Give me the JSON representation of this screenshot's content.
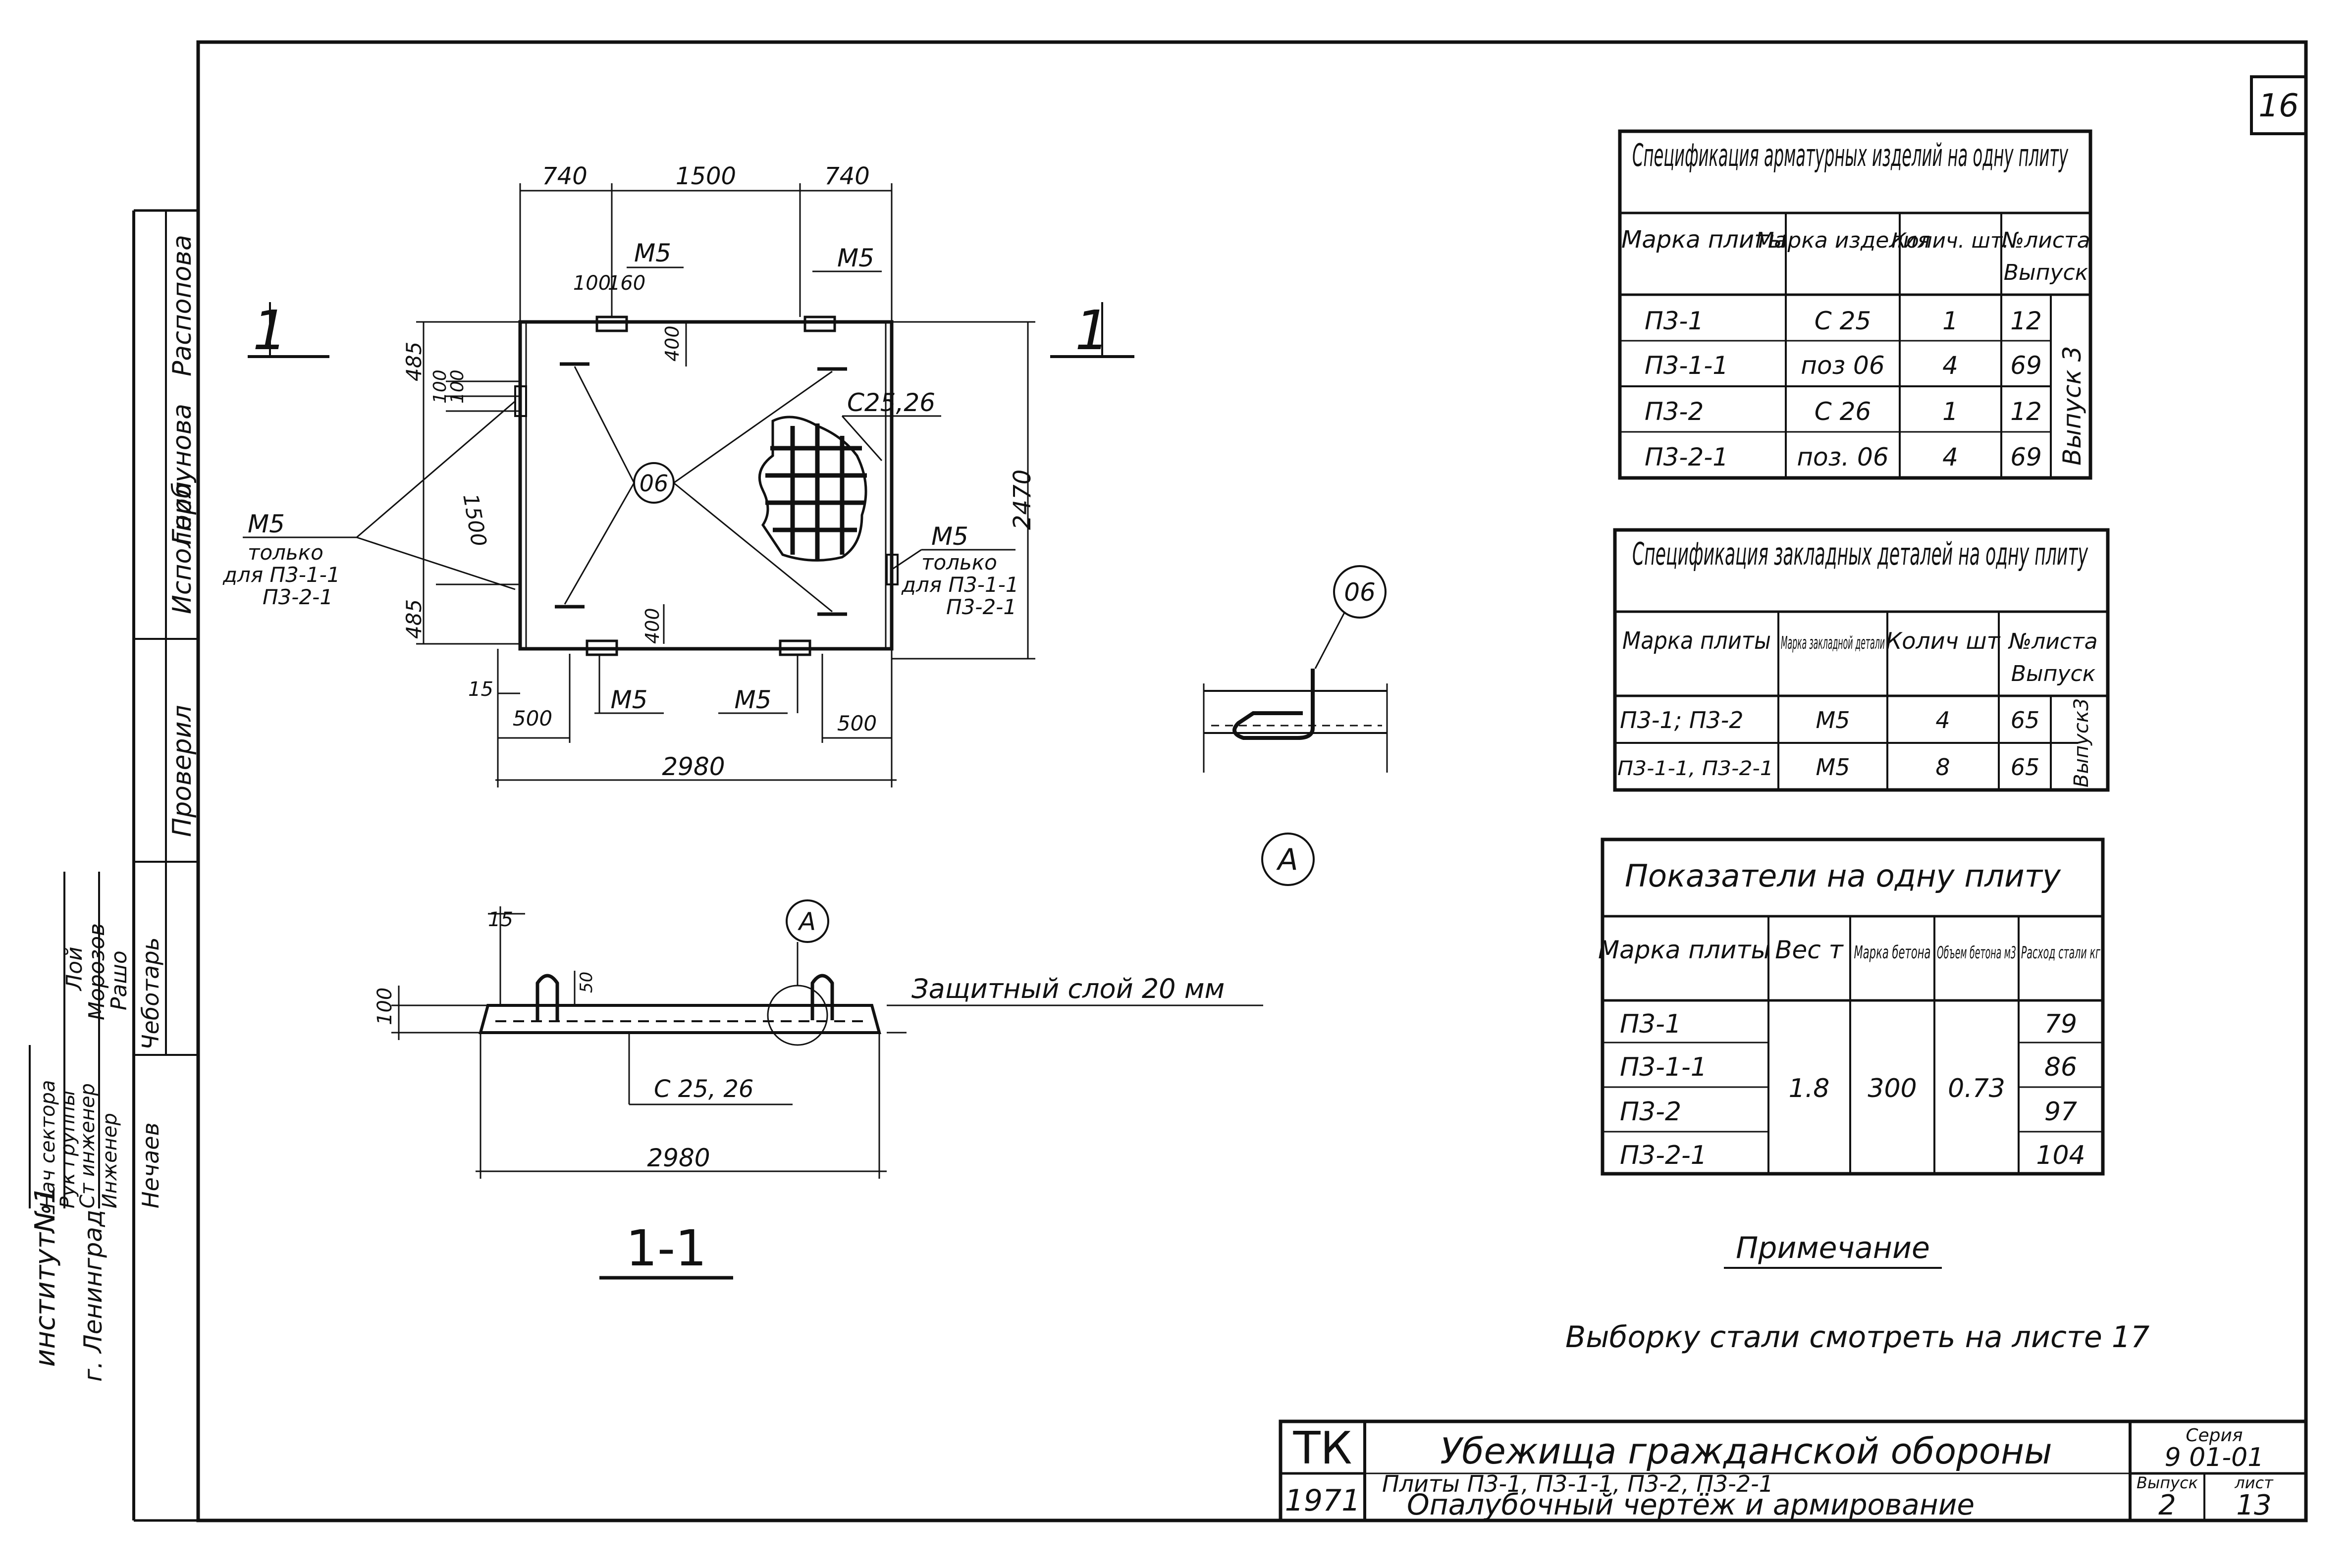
{
  "sheet_no": "16",
  "plan": {
    "section_mark": "1",
    "dims_top": [
      "740",
      "1500",
      "740"
    ],
    "dim_100": "100",
    "dim_160": "160",
    "m5": "M5",
    "dim_485": "485",
    "dim_1500": "1500",
    "dim_400": "400",
    "dim_2470": "2470",
    "dim_15": "15",
    "dim_500": "500",
    "dim_2980": "2980",
    "c25_26": "C25,26",
    "pos06": "06",
    "only_line1": "только",
    "only_line2": "для П3-1-1",
    "only_line3": "П3-2-1"
  },
  "section": {
    "dim_15": "15",
    "dim_50": "50",
    "dim_100": "100",
    "label_a": "A",
    "cover": "Защитный слой 20 мм",
    "rebar": "C 25, 26",
    "length": "2980",
    "title": "1-1"
  },
  "detail": {
    "pos": "06",
    "label": "A"
  },
  "spec_rebar": {
    "title": "Спецификация арматурных изделий на одну плиту",
    "headers": [
      "Марка плиты",
      "Марка изделия",
      "Колич. шт.",
      "№листа",
      "Выпуск"
    ],
    "rows": [
      [
        "П3-1",
        "С 25",
        "1",
        "12"
      ],
      [
        "П3-1-1",
        "поз 06",
        "4",
        "69"
      ],
      [
        "П3-2",
        "С 26",
        "1",
        "12"
      ],
      [
        "П3-2-1",
        "поз. 06",
        "4",
        "69"
      ]
    ],
    "issue": "Выпуск 3"
  },
  "spec_embedded": {
    "title": "Спецификация закладных деталей на одну плиту",
    "headers": [
      "Марка плиты",
      "Марка закладной детали",
      "Колич шт",
      "№листа",
      "Выпуск"
    ],
    "rows": [
      [
        "П3-1; П3-2",
        "М5",
        "4",
        "65"
      ],
      [
        "П3-1-1, П3-2-1",
        "М5",
        "8",
        "65"
      ]
    ],
    "issue": "Выпуск3"
  },
  "indicators": {
    "title": "Показатели на одну плиту",
    "headers": [
      "Марка плиты",
      "Вес т",
      "Марка бетона",
      "Объем бетона м3",
      "Расход стали кг"
    ],
    "marks": [
      "П3-1",
      "П3-1-1",
      "П3-2",
      "П3-2-1"
    ],
    "weight": "1.8",
    "concrete": "300",
    "volume": "0.73",
    "steel": [
      "79",
      "86",
      "97",
      "104"
    ]
  },
  "note": {
    "title": "Примечание",
    "text": "Выборку стали смотреть на листе 17"
  },
  "title_block": {
    "tk": "ТК",
    "year": "1971",
    "main": "Убежища гражданской обороны",
    "sub1": "Плиты П3-1, П3-1-1, П3-2, П3-2-1",
    "sub2": "Опалубочный чертёж и армирование",
    "series_label": "Серия",
    "series": "9 01-01",
    "issue_label": "Выпуск",
    "sheet_label": "лист",
    "issue": "2",
    "sheet": "13"
  },
  "stamp": {
    "institute": "институт№1",
    "city": "г. Ленинград",
    "roles": [
      "Нач сектора",
      "Рук группы",
      "Ст инженер",
      "Инженер"
    ],
    "names_a": [
      "Рашо",
      "Морозов",
      "Лой",
      "Чеботарь"
    ],
    "names_b": [
      "Нечаев"
    ],
    "executed": "Исполнил",
    "checked": "Проверил",
    "name_exec": "Распопова",
    "name_check": "Горбунова"
  }
}
